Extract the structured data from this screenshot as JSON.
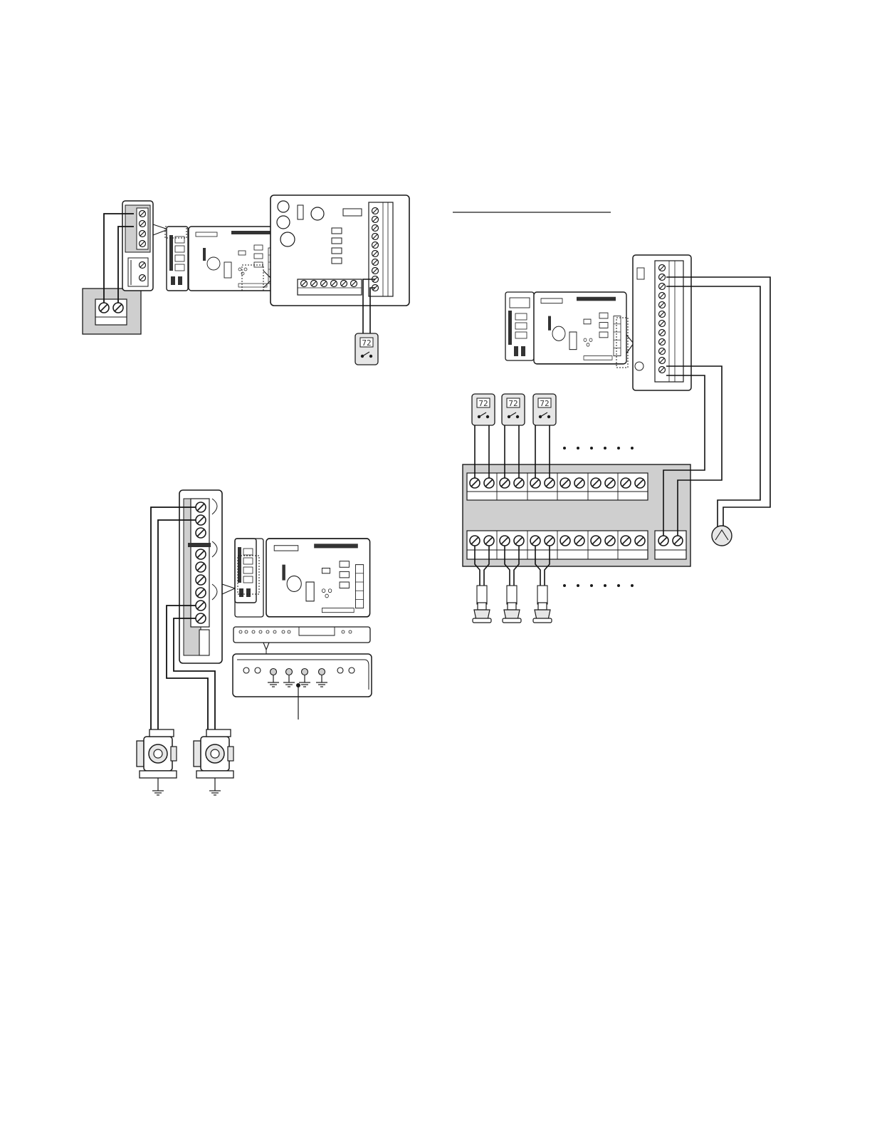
{
  "thermostat_display": "72",
  "colors": {
    "line": "#1a1a1a",
    "wire": "#111111",
    "panel_gray": "#cfcfcf",
    "board_fill": "#ffffff",
    "device_fill": "#e6e6e6"
  },
  "diagrams": [
    {
      "name": "thermostat-wiring",
      "thermostat_count": 1
    },
    {
      "name": "pump-wiring",
      "pump_count": 2
    },
    {
      "name": "zone-panel-wiring",
      "thermostat_count": 3,
      "actuator_count": 3,
      "continuation_dots": 6
    }
  ]
}
